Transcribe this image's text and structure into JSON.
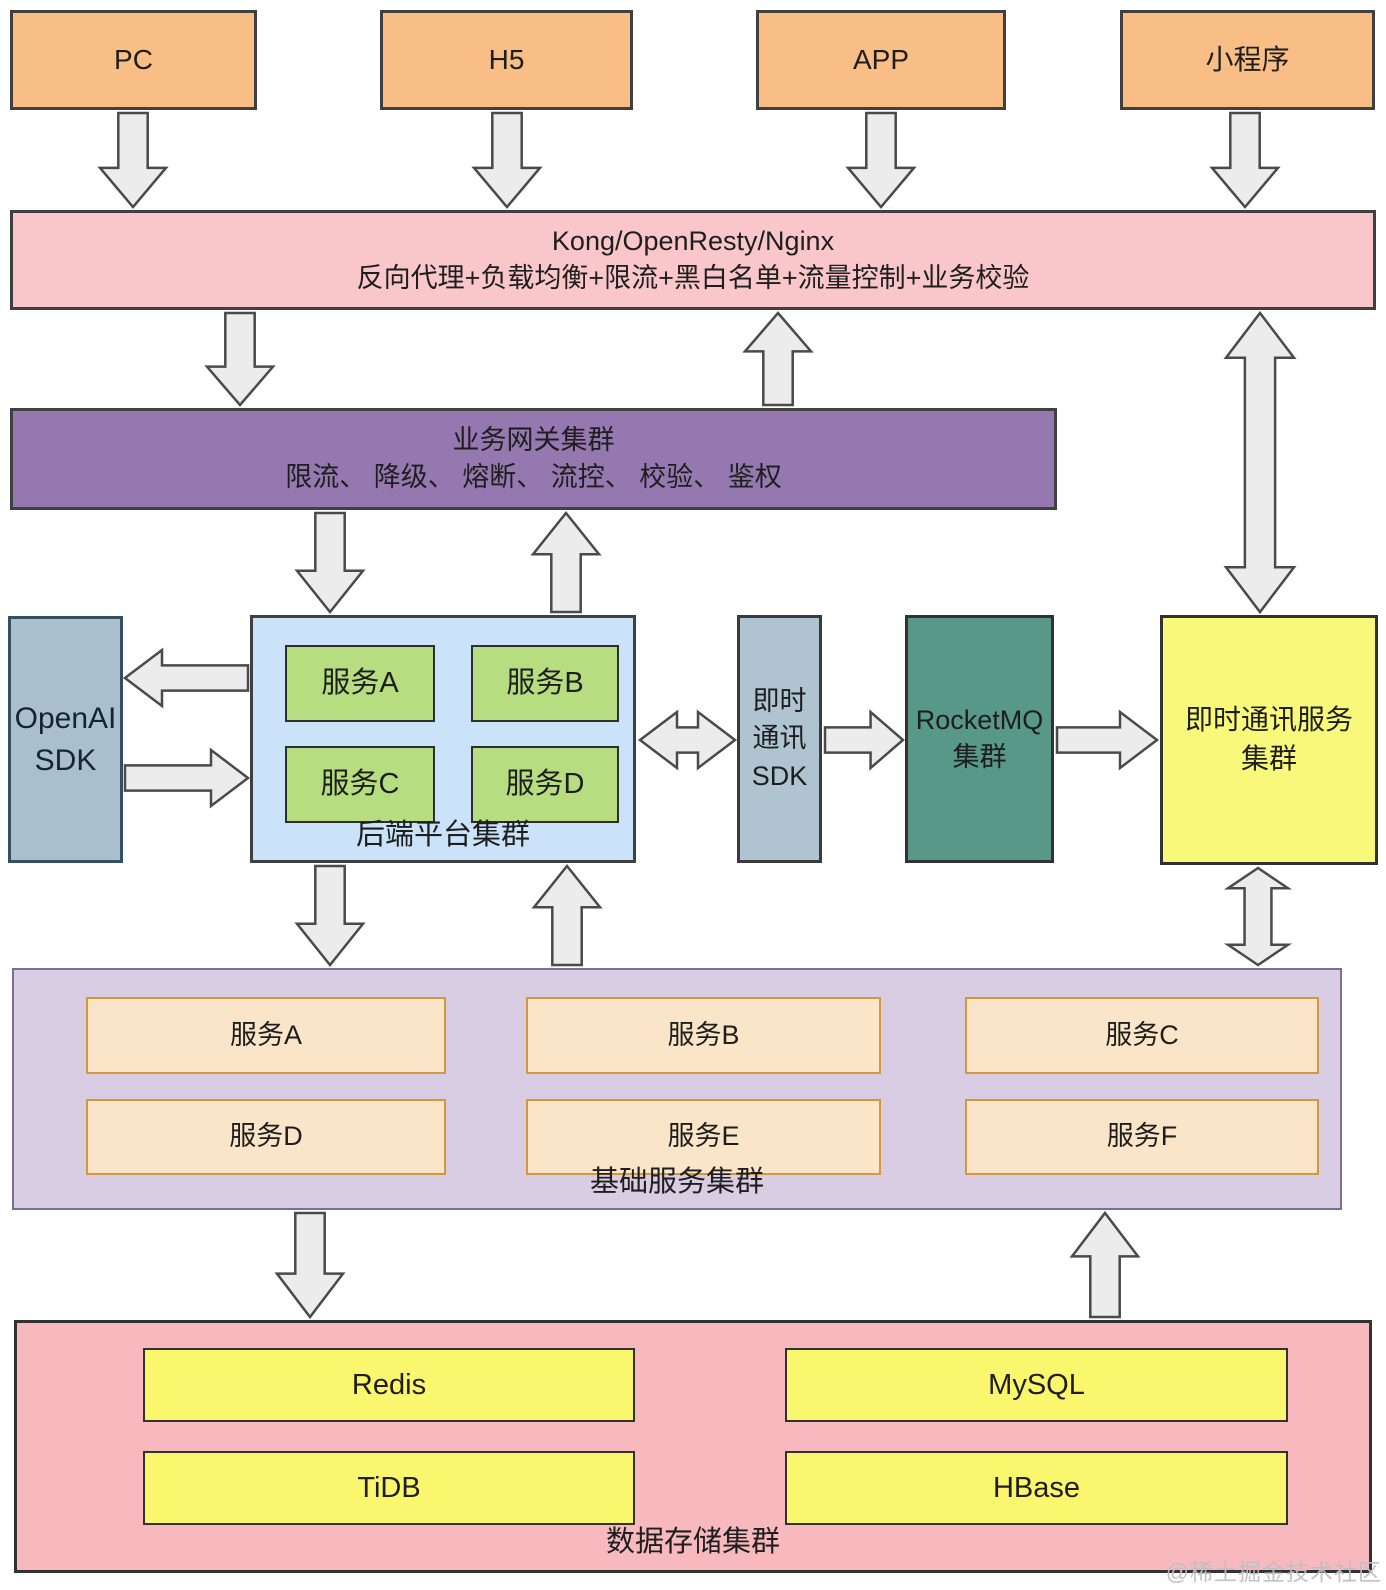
{
  "watermark": "@稀土掘金技术社区",
  "clients": {
    "pc": "PC",
    "h5": "H5",
    "app": "APP",
    "mini": "小程序"
  },
  "proxy": {
    "line1": "Kong/OpenResty/Nginx",
    "line2": "反向代理+负载均衡+限流+黑白名单+流量控制+业务校验"
  },
  "gateway": {
    "line1": "业务网关集群",
    "line2": "限流、 降级、 熔断、 流控、 校验、 鉴权"
  },
  "openai": {
    "line1": "OpenAI",
    "line2": "SDK"
  },
  "platform": {
    "label": "后端平台集群",
    "services": {
      "a": "服务A",
      "b": "服务B",
      "c": "服务C",
      "d": "服务D"
    }
  },
  "im_sdk": {
    "line1": "即时",
    "line2": "通讯",
    "line3": "SDK"
  },
  "rocketmq": {
    "line1": "RocketMQ",
    "line2": "集群"
  },
  "im_cluster": {
    "line1": "即时通讯服务",
    "line2": "集群"
  },
  "base": {
    "label": "基础服务集群",
    "services": {
      "a": "服务A",
      "b": "服务B",
      "c": "服务C",
      "d": "服务D",
      "e": "服务E",
      "f": "服务F"
    }
  },
  "storage": {
    "label": "数据存储集群",
    "redis": "Redis",
    "mysql": "MySQL",
    "tidb": "TiDB",
    "hbase": "HBase"
  },
  "colors": {
    "client_orange": "#F8BE85",
    "proxy_pink": "#F9C7CA",
    "gateway_purple": "#9678B1",
    "sdk_gray_blue": "#AABFCD",
    "platform_blue": "#CAE3F9",
    "service_green": "#B6DD80",
    "rocketmq_teal": "#579888",
    "im_yellow": "#F8F87A",
    "base_purple": "#D9CDE3",
    "base_service_peach": "#FAE5C8",
    "peach_border": "#D1983F",
    "storage_pink": "#F8B9BE",
    "db_yellow": "#FAF66E",
    "arrow_fill": "#ECECEC",
    "arrow_stroke": "#4A4A4A"
  }
}
